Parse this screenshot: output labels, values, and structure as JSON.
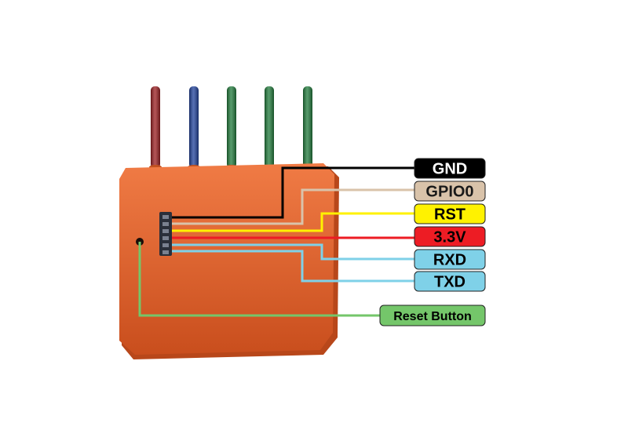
{
  "pins": [
    {
      "id": "gnd",
      "label": "GND",
      "bg": "#000000",
      "fg": "#ffffff",
      "wire": "#000000"
    },
    {
      "id": "gpio0",
      "label": "GPIO0",
      "bg": "#d9c3aa",
      "fg": "#1a1a1a",
      "wire": "#d9c3aa"
    },
    {
      "id": "rst",
      "label": "RST",
      "bg": "#fff200",
      "fg": "#000000",
      "wire": "#fff200"
    },
    {
      "id": "v33",
      "label": "3.3V",
      "bg": "#ed1c24",
      "fg": "#000000",
      "wire": "#ed1c24"
    },
    {
      "id": "rxd",
      "label": "RXD",
      "bg": "#7fd1e8",
      "fg": "#000000",
      "wire": "#7fd1e8"
    },
    {
      "id": "txd",
      "label": "TXD",
      "bg": "#7fd1e8",
      "fg": "#000000",
      "wire": "#7fd1e8"
    },
    {
      "id": "reset",
      "label": "Reset Button",
      "bg": "#74c66a",
      "fg": "#000000",
      "wire": "#74c66a"
    }
  ],
  "leads": [
    {
      "name": "red-lead",
      "color": "#9a1c1f"
    },
    {
      "name": "blue-lead",
      "color": "#1e3f9a"
    },
    {
      "name": "green-lead-1",
      "color": "#1f7a3a"
    },
    {
      "name": "green-lead-2",
      "color": "#1f7a3a"
    },
    {
      "name": "green-lead-3",
      "color": "#1f7a3a"
    }
  ],
  "module_color": "#e5622a"
}
